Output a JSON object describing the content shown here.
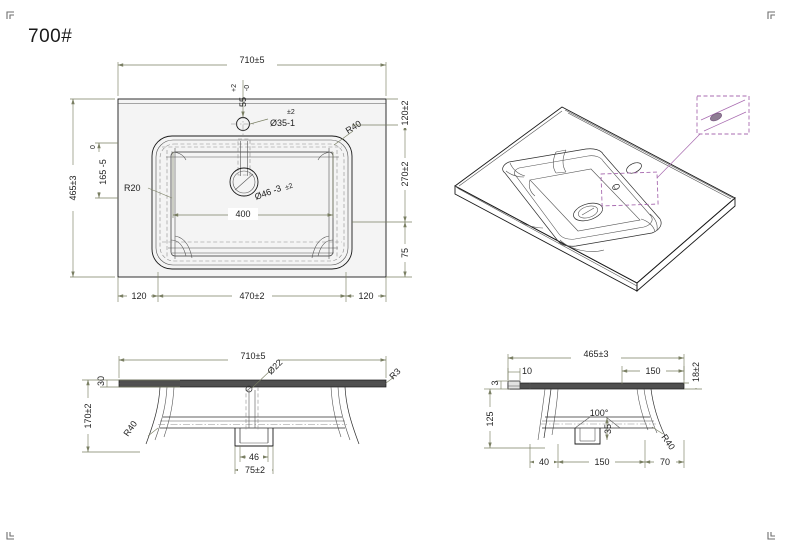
{
  "sheet": {
    "title": "700#",
    "corner_marks": [
      "corner-mark-tl",
      "corner-mark-tr",
      "corner-mark-bl",
      "corner-mark-br"
    ],
    "colors": {
      "outline": "#1a1a1a",
      "hidden": "#9a9a9a",
      "dimension": "#7a7f63",
      "dim_text": "#2b2b2b",
      "callout": "#a86bb0",
      "fill_light": "#f2f2f2",
      "fill_edge": "#d9d9d9"
    }
  },
  "views": {
    "top": {
      "name": "top-view",
      "dims": {
        "overall_width": "710±5",
        "overall_depth": "465±3",
        "tap_hole_setback": "55",
        "tap_hole_tol_upper": "+2",
        "tap_hole_tol_lower": "-0",
        "tap_hole_dia": "Ø35-1",
        "tap_hole_dia_tol": "±2",
        "drain_dia": "Ø46 -3",
        "drain_dia_tol": "±2",
        "basin_inner_width": "400",
        "corner_radius_outer": "R40",
        "corner_radius_inner": "R20",
        "edge_left": "120",
        "bowl_width": "470±2",
        "edge_right": "120",
        "left_offset_upper": "0",
        "left_offset_lower": "165 -5",
        "right_top": "120±2",
        "right_mid": "270±2",
        "right_bottom": "75"
      }
    },
    "iso": {
      "name": "isometric-view",
      "callout": {
        "name": "overflow-detail-callout",
        "label": ""
      }
    },
    "front": {
      "name": "front-elevation-view",
      "dims": {
        "overall_width": "710±5",
        "top_thickness": "30",
        "total_height": "170±2",
        "overflow_dia": "Ø22",
        "edge_radius": "R3",
        "bowl_radius": "R40",
        "drain_boss_width": "46",
        "drain_boss_outer": "75±2"
      }
    },
    "side": {
      "name": "side-elevation-view",
      "dims": {
        "overall_depth": "465±3",
        "back_ledge": "10",
        "back_lip": "3",
        "height": "125",
        "front_edge_offset": "150",
        "front_thickness": "18±2",
        "bowl_angle": "100°",
        "drain_depth": "35",
        "bowl_radius": "R40",
        "rear_dim": "40",
        "mid_dim": "150",
        "front_dim": "70"
      }
    }
  }
}
